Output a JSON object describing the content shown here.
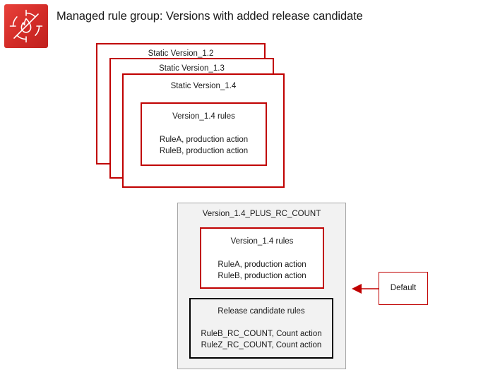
{
  "header": {
    "icon_name": "aws-waf-icon",
    "title": "Managed rule group: Versions with added release candidate"
  },
  "colors": {
    "red": "#C00000",
    "black": "#000000",
    "panel_fill": "#F2F2F2",
    "panel_border": "#A6A6A6",
    "icon_red": "#D22B27"
  },
  "static_versions": [
    {
      "label": "Static Version_1.2"
    },
    {
      "label": "Static Version_1.3"
    },
    {
      "label": "Static Version_1.4"
    }
  ],
  "version_rules_top": {
    "heading": "Version_1.4 rules",
    "rules": [
      "RuleA, production action",
      "RuleB, production action"
    ]
  },
  "rc_panel": {
    "title": "Version_1.4_PLUS_RC_COUNT",
    "version_rules": {
      "heading": "Version_1.4 rules",
      "rules": [
        "RuleA, production action",
        "RuleB, production action"
      ]
    },
    "release_candidate_rules": {
      "heading": "Release candidate rules",
      "rules": [
        "RuleB_RC_COUNT, Count action",
        "RuleZ_RC_COUNT, Count action"
      ]
    }
  },
  "callout": {
    "label": "Default",
    "arrow_name": "left-arrow-icon"
  }
}
